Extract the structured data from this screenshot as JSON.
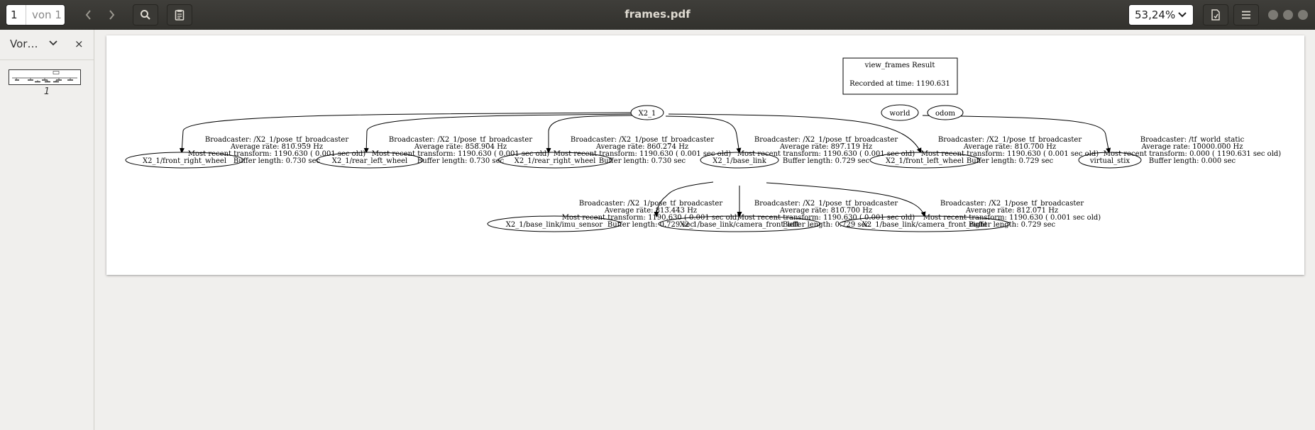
{
  "toolbar": {
    "page_current": "1",
    "page_of": "von 1",
    "title": "frames.pdf",
    "zoom": "53,24%"
  },
  "icons": {
    "back": "chevron-left-icon",
    "forward": "chevron-right-icon",
    "search": "search-icon",
    "annotate": "clipboard-icon",
    "open": "document-icon",
    "menu": "hamburger-menu-icon",
    "dropdown": "chevron-down-icon"
  },
  "sidebar": {
    "mode_label": "Vor…",
    "close": "×",
    "thumb_page": "1"
  },
  "document": {
    "legend_title": "view_frames Result",
    "legend_time": "Recorded at time: 1190.631",
    "nodes": {
      "x2_1": "X2_1",
      "world": "world",
      "odom": "odom",
      "frw": "X2_1/front_right_wheel",
      "rlw": "X2_1/rear_left_wheel",
      "rrw": "X2_1/rear_right_wheel",
      "base": "X2_1/base_link",
      "flw": "X2_1/front_left_wheel",
      "stix": "virtual_stix",
      "imu": "X2_1/base_link/imu_sensor",
      "cfl": "X2_1/base_link/camera_front_left",
      "cfr": "X2_1/base_link/camera_front_right"
    },
    "edges": {
      "frw": [
        "Broadcaster: /X2_1/pose_tf_broadcaster",
        "Average rate: 810.959 Hz",
        "Most recent transform: 1190.630 ( 0.001 sec old)",
        "Buffer length: 0.730 sec"
      ],
      "rlw": [
        "Broadcaster: /X2_1/pose_tf_broadcaster",
        "Average rate: 858.904 Hz",
        "Most recent transform: 1190.630 ( 0.001 sec old)",
        "Buffer length: 0.730 sec"
      ],
      "rrw": [
        "Broadcaster: /X2_1/pose_tf_broadcaster",
        "Average rate: 860.274 Hz",
        "Most recent transform: 1190.630 ( 0.001 sec old)",
        "Buffer length: 0.730 sec"
      ],
      "base": [
        "Broadcaster: /X2_1/pose_tf_broadcaster",
        "Average rate: 897.119 Hz",
        "Most recent transform: 1190.630 ( 0.001 sec old)",
        "Buffer length: 0.729 sec"
      ],
      "flw": [
        "Broadcaster: /X2_1/pose_tf_broadcaster",
        "Average rate: 810.700 Hz",
        "Most recent transform: 1190.630 ( 0.001 sec old)",
        "Buffer length: 0.729 sec"
      ],
      "stix": [
        "Broadcaster: /tf_world_static",
        "Average rate: 10000.000 Hz",
        "Most recent transform: 0.000 ( 1190.631 sec old)",
        "Buffer length: 0.000 sec"
      ],
      "imu": [
        "Broadcaster: /X2_1/pose_tf_broadcaster",
        "Average rate: 813.443 Hz",
        "Most recent transform: 1190.630 ( 0.001 sec old)",
        "Buffer length: 0.729 sec"
      ],
      "cfl": [
        "Broadcaster: /X2_1/pose_tf_broadcaster",
        "Average rate: 810.700 Hz",
        "Most recent transform: 1190.630 ( 0.001 sec old)",
        "Buffer length: 0.729 sec"
      ],
      "cfr": [
        "Broadcaster: /X2_1/pose_tf_broadcaster",
        "Average rate: 812.071 Hz",
        "Most recent transform: 1190.630 ( 0.001 sec old)",
        "Buffer length: 0.729 sec"
      ]
    }
  },
  "colors": {
    "titlebar": "#3a3935",
    "canvas_bg": "#f0efed",
    "page": "#ffffff"
  }
}
